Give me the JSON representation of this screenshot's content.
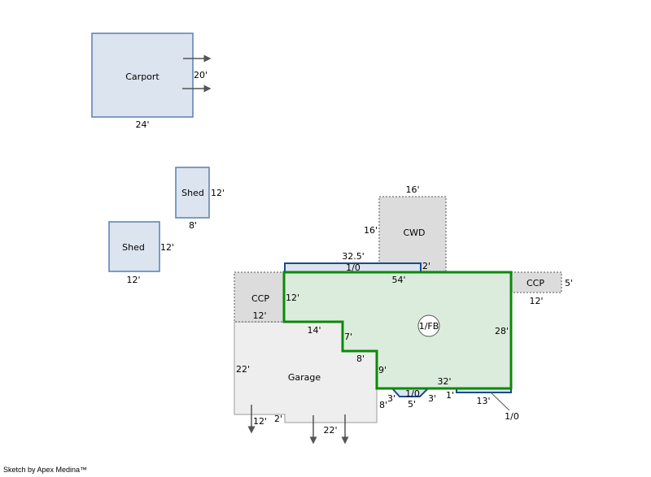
{
  "colors": {
    "outbuilding_fill": "#dce4ef",
    "outbuilding_stroke": "#5a7fb0",
    "main_fill": "#dcecdc",
    "main_stroke": "#0a8a0a",
    "grey_fill": "#dcdcdc",
    "garage_fill": "#eeeeee",
    "garage_stroke": "#b8b8b8",
    "porch_fill": "#dce4ef",
    "porch_stroke": "#1a4a8a"
  },
  "carport": {
    "label": "Carport",
    "width_dim": "24'",
    "height_dim": "20'"
  },
  "shed_upper": {
    "label": "Shed",
    "width_dim": "8'",
    "height_dim": "12'"
  },
  "shed_lower": {
    "label": "Shed",
    "width_dim": "12'",
    "height_dim": "12'"
  },
  "cwd": {
    "label": "CWD",
    "width_dim": "16'",
    "height_dim": "16'"
  },
  "ccp_left": {
    "label": "CCP",
    "width_dim": "12'",
    "height_dim": "12'"
  },
  "ccp_right": {
    "label": "CCP",
    "width_dim": "12'",
    "height_dim": "5'"
  },
  "porch_top": {
    "label": "1/0",
    "width_dim": "32.5'",
    "depth_dim": "2'"
  },
  "main": {
    "label": "1/FB",
    "dims": {
      "top": "54'",
      "right": "28'",
      "left": "12'",
      "step1": "14'",
      "step2": "7'",
      "step3": "8'",
      "step4": "9'",
      "bottom": "32'"
    }
  },
  "garage": {
    "label": "Garage",
    "dims": {
      "left": "22'",
      "bottom_left": "12'",
      "notch": "2'",
      "bottom": "22'",
      "right": "8'"
    }
  },
  "bay_porch": {
    "label": "1/0",
    "left": "3'",
    "bottom": "5'",
    "right": "3'"
  },
  "porch_right": {
    "label": "1/0",
    "width_dim": "13'",
    "depth_dim": "1'"
  },
  "footer": {
    "text": "Sketch by Apex Medina™"
  }
}
